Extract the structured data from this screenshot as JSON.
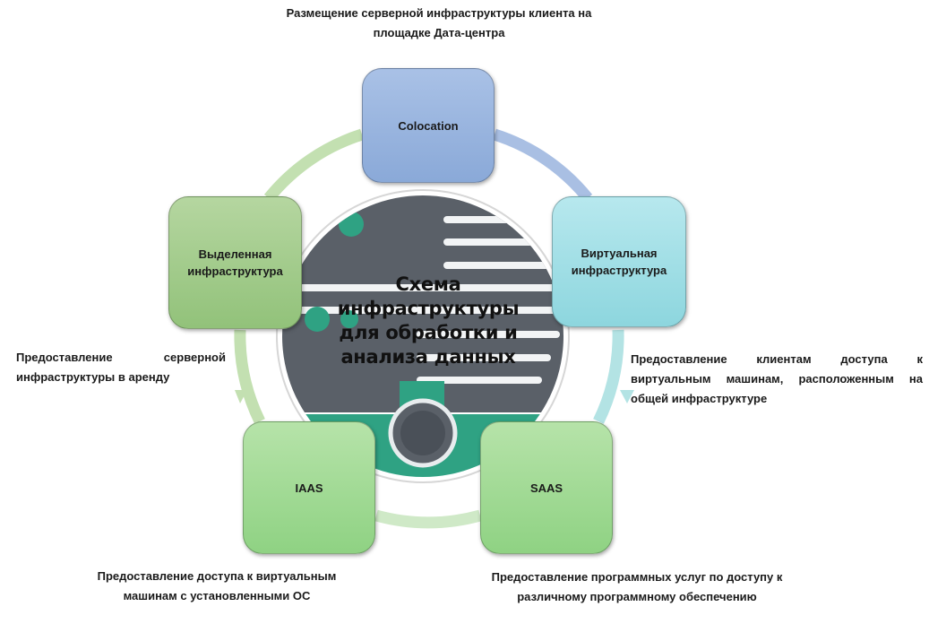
{
  "diagram": {
    "center_title": "Схема инфраструктуры для обработки и анализа данных",
    "nodes": {
      "colocation": "Colocation",
      "virtual": "Виртуальная инфраструктура",
      "dedicated": "Выделенная инфраструктура",
      "iaas": "IAAS",
      "saas": "SAAS"
    },
    "captions": {
      "colocation": "Размещение серверной инфраструктуры клиента на площадке Дата-центра",
      "virtual": "Предоставление клиентам доступа к виртуальным машинам, расположенным на общей инфраструктуре",
      "dedicated": "Предоставление серверной инфраструктуры в аренду",
      "iaas": "Предоставление доступа к виртуальным машинам с установленными ОС",
      "saas": "Предоставление программных услуг по доступу к различному программному обеспечению"
    },
    "colors": {
      "ring_blue": "#a9bfe3",
      "ring_green": "#bfdfaa",
      "ring_teal": "#b3e3e4",
      "server_dark": "#5a6068",
      "server_accent": "#2fa283"
    }
  }
}
